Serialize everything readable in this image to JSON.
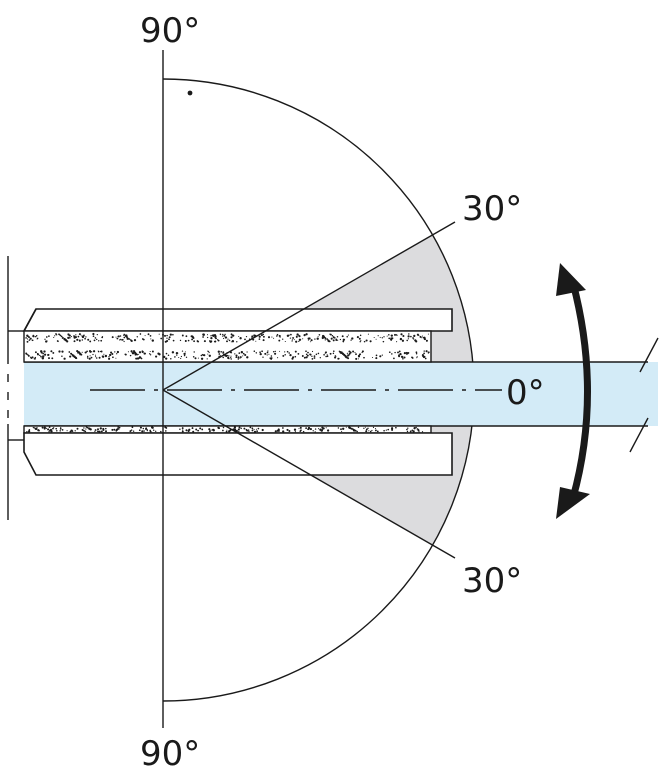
{
  "labels": {
    "top": "90°",
    "bottom": "90°",
    "upper_limit": "30°",
    "lower_limit": "30°",
    "axis": "0°"
  },
  "colors": {
    "line": "#1a1a1a",
    "sector_fill": "#dcdcde",
    "glass_pane": "#d3ebf7",
    "white": "#ffffff"
  },
  "icons": {
    "rotation": "double-headed-curved-arrow"
  }
}
